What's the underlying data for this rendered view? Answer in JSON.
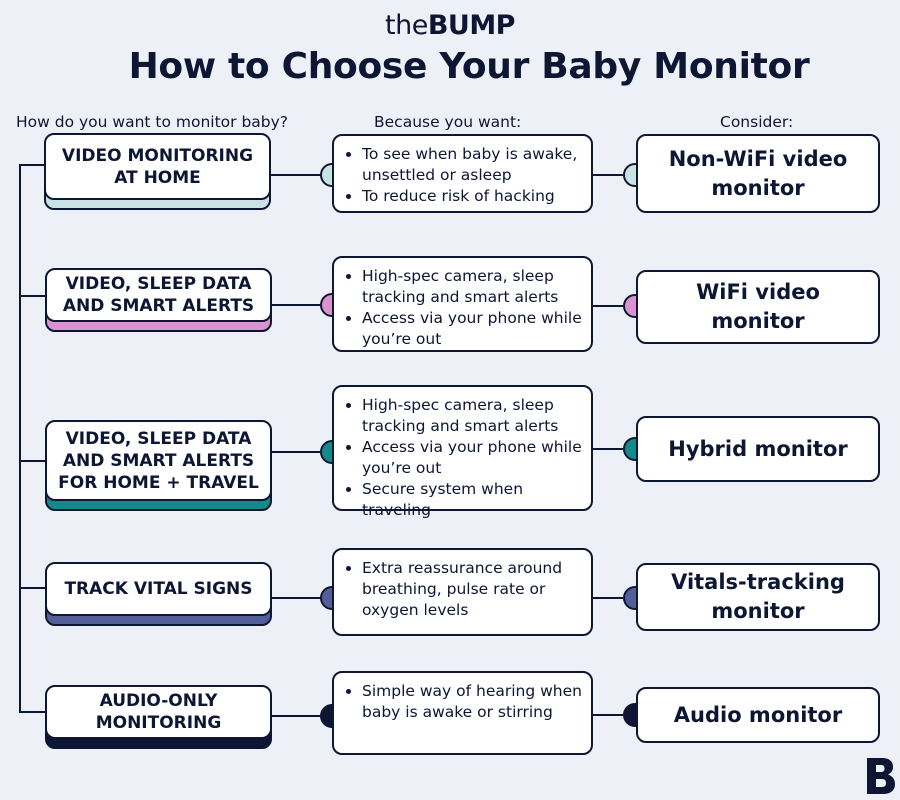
{
  "header": {
    "logo_the": "the",
    "logo_bump": "BUMP",
    "title": "How to Choose Your Baby Monitor"
  },
  "columns": {
    "question": "How do you want to monitor baby?",
    "because": "Because you want:",
    "consider": "Consider:"
  },
  "rows": [
    {
      "option": "Video monitoring at home",
      "reasons": [
        "To see when baby is awake, unsettled or asleep",
        "To reduce risk of hacking"
      ],
      "consider": "Non-WiFi video monitor",
      "color": "#c9e3e4"
    },
    {
      "option": "Video, sleep data and smart alerts",
      "reasons": [
        "High-spec camera, sleep tracking and smart alerts",
        "Access via your phone while you’re out"
      ],
      "consider": "WiFi video monitor",
      "color": "#da93cf"
    },
    {
      "option": "Video, sleep data and smart alerts for home + travel",
      "reasons": [
        "High-spec camera, sleep tracking and smart alerts",
        "Access via your phone while you’re out",
        "Secure system when traveling"
      ],
      "consider": "Hybrid monitor",
      "color": "#168a8a"
    },
    {
      "option": "Track vital signs",
      "reasons": [
        "Extra reassurance around breathing, pulse rate or oxygen levels"
      ],
      "consider": "Vitals-tracking monitor",
      "color": "#545f99"
    },
    {
      "option": "Audio-only monitoring",
      "reasons": [
        "Simple way of hearing when baby is awake or stirring"
      ],
      "consider": "Audio monitor",
      "color": "#0d1633"
    }
  ]
}
